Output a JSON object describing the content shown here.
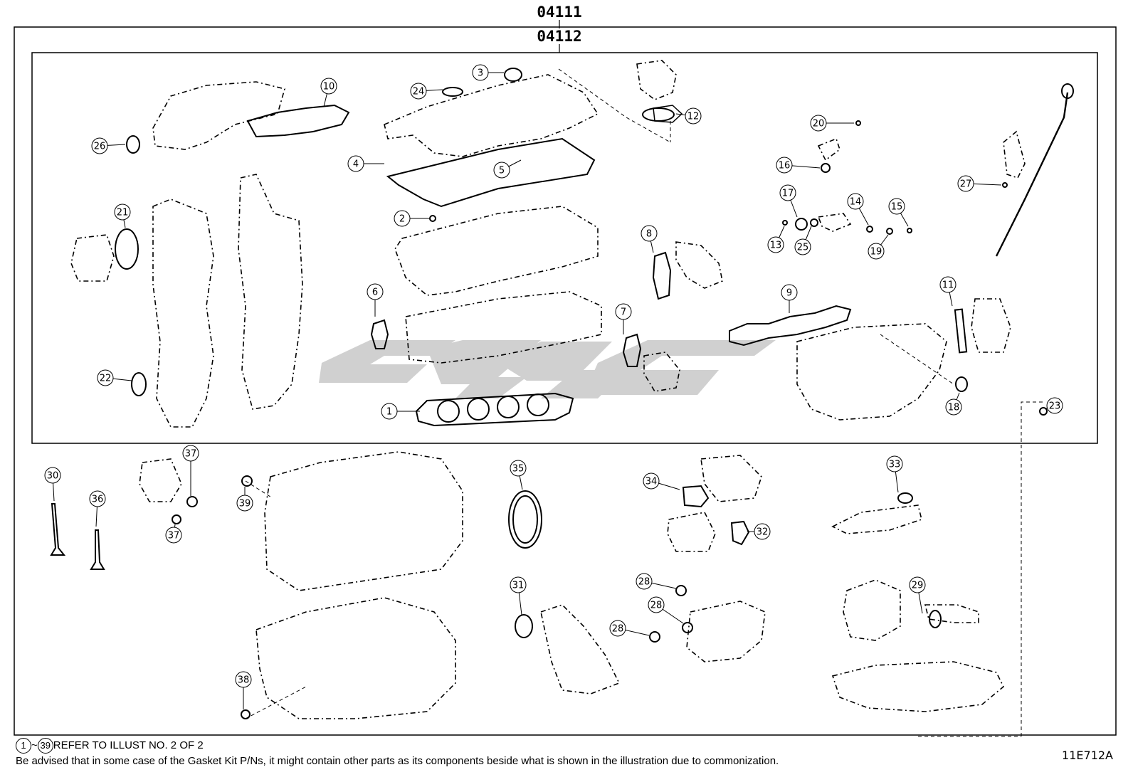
{
  "header": {
    "outer_kit": "04111",
    "inner_kit": "04112"
  },
  "callouts": [
    {
      "id": "c1",
      "label": "1"
    },
    {
      "id": "c2",
      "label": "2"
    },
    {
      "id": "c3",
      "label": "3"
    },
    {
      "id": "c4",
      "label": "4"
    },
    {
      "id": "c5",
      "label": "5"
    },
    {
      "id": "c6",
      "label": "6"
    },
    {
      "id": "c7",
      "label": "7"
    },
    {
      "id": "c8",
      "label": "8"
    },
    {
      "id": "c9",
      "label": "9"
    },
    {
      "id": "c10",
      "label": "10"
    },
    {
      "id": "c11",
      "label": "11"
    },
    {
      "id": "c12",
      "label": "12"
    },
    {
      "id": "c13",
      "label": "13"
    },
    {
      "id": "c14",
      "label": "14"
    },
    {
      "id": "c15",
      "label": "15"
    },
    {
      "id": "c16",
      "label": "16"
    },
    {
      "id": "c17",
      "label": "17"
    },
    {
      "id": "c18",
      "label": "18"
    },
    {
      "id": "c19",
      "label": "19"
    },
    {
      "id": "c20",
      "label": "20"
    },
    {
      "id": "c21",
      "label": "21"
    },
    {
      "id": "c22",
      "label": "22"
    },
    {
      "id": "c23",
      "label": "23"
    },
    {
      "id": "c24",
      "label": "24"
    },
    {
      "id": "c25",
      "label": "25"
    },
    {
      "id": "c26",
      "label": "26"
    },
    {
      "id": "c27",
      "label": "27"
    },
    {
      "id": "c28a",
      "label": "28"
    },
    {
      "id": "c28b",
      "label": "28"
    },
    {
      "id": "c28c",
      "label": "28"
    },
    {
      "id": "c29",
      "label": "29"
    },
    {
      "id": "c30",
      "label": "30"
    },
    {
      "id": "c31",
      "label": "31"
    },
    {
      "id": "c32",
      "label": "32"
    },
    {
      "id": "c33",
      "label": "33"
    },
    {
      "id": "c34",
      "label": "34"
    },
    {
      "id": "c35",
      "label": "35"
    },
    {
      "id": "c36",
      "label": "36"
    },
    {
      "id": "c37a",
      "label": "37"
    },
    {
      "id": "c37b",
      "label": "37"
    },
    {
      "id": "c38",
      "label": "38"
    },
    {
      "id": "c39",
      "label": "39"
    }
  ],
  "footer": {
    "range_from": "1",
    "range_sep": "~",
    "range_to": "39",
    "refer_text": "REFER TO ILLUST NO. 2 OF 2",
    "advisory": "Be advised that in some case of the Gasket Kit P/Ns,  it might contain other parts as its components beside what is shown in the illustration due to commonization.",
    "illustration_code": "11E712A"
  },
  "colors": {
    "line": "#000000",
    "watermark": "#c8c8c8",
    "background": "#ffffff"
  }
}
